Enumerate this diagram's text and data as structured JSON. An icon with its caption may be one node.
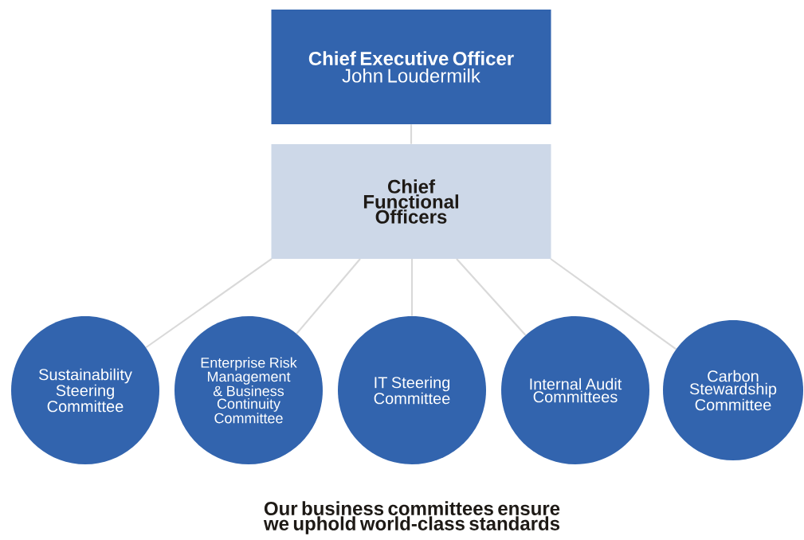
{
  "diagram": {
    "caption": "Our business committees ensure we uphold world-class standards",
    "nodes": [
      {
        "text": [
          "Chief Executive Officer",
          "John Loudermilk"
        ]
      },
      {
        "text": [
          "Chief Functional Officers"
        ]
      },
      {
        "text": [
          "Sustainability Steering Committee"
        ]
      },
      {
        "text": [
          "Enterprise Risk Management & Business Continuity Committee"
        ]
      },
      {
        "text": [
          "IT Steering Committee"
        ]
      },
      {
        "text": [
          "Internal Audit Committees"
        ]
      },
      {
        "text": [
          "Carbon Stewardship Committee"
        ]
      }
    ],
    "edges": [
      {
        "from": 0,
        "to": 1,
        "arrow": "none"
      },
      {
        "from": 1,
        "to": 2,
        "arrow": "none"
      },
      {
        "from": 1,
        "to": 3,
        "arrow": "none"
      },
      {
        "from": 1,
        "to": 4,
        "arrow": "none"
      },
      {
        "from": 1,
        "to": 5,
        "arrow": "none"
      },
      {
        "from": 1,
        "to": 6,
        "arrow": "none"
      }
    ]
  }
}
